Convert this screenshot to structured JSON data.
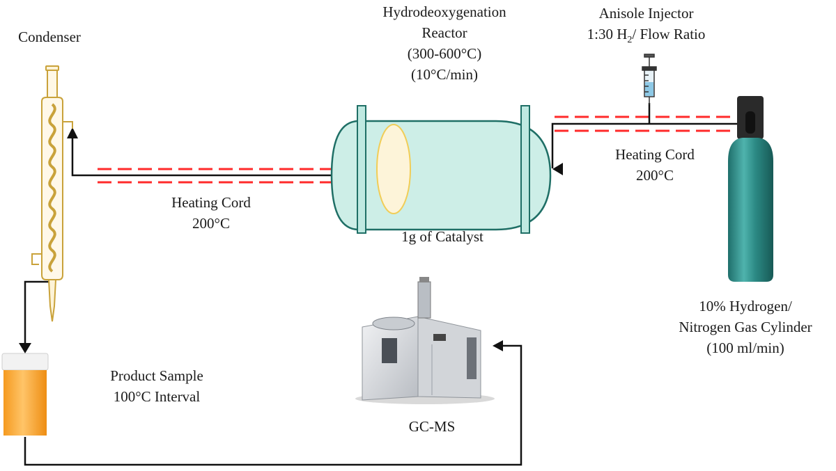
{
  "labels": {
    "condenser": "Condenser",
    "reactor": {
      "line1": "Hydrodeoxygenation",
      "line2": "Reactor",
      "line3": "(300-600°C)",
      "line4": "(10°C/min)"
    },
    "injector": {
      "line1": "Anisole Injector",
      "line2_pre": "1:30 H",
      "line2_sub": "2",
      "line2_post": "/ Flow Ratio"
    },
    "heating_cord_right": {
      "line1": "Heating Cord",
      "line2": "200°C"
    },
    "heating_cord_left": {
      "line1": "Heating Cord",
      "line2": "200°C"
    },
    "catalyst": "1g of Catalyst",
    "cylinder": {
      "line1": "10% Hydrogen/",
      "line2": "Nitrogen Gas Cylinder",
      "line3": "(100 ml/min)"
    },
    "product": {
      "line1": "Product Sample",
      "line2": "100°C Interval"
    },
    "gcms": "GC-MS"
  },
  "colors": {
    "line": "#111111",
    "heating_dash": "#ff2a2a",
    "reactor_fill": "#cdeee7",
    "reactor_stroke": "#1f6f66",
    "flange_fill": "#bfe9e1",
    "catalyst_fill": "#fdf4d9",
    "catalyst_stroke": "#f1cd57",
    "condenser_stroke": "#c9a23a",
    "cylinder_body": "#2f8f8a",
    "cylinder_valve": "#2a2a2a",
    "sample_fill": "#f4a232"
  },
  "icons": [
    "condenser-icon",
    "reactor-icon",
    "syringe-icon",
    "gas-cylinder-icon",
    "sample-vial-icon",
    "gcms-instrument-icon"
  ]
}
